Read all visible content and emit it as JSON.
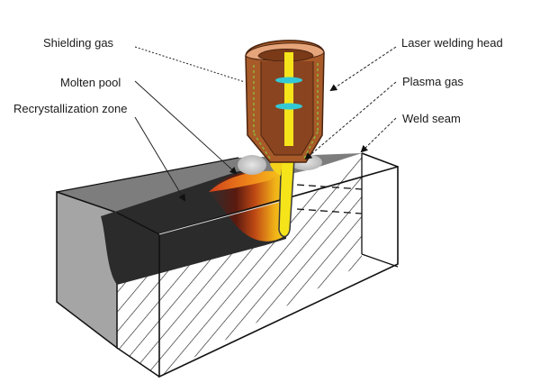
{
  "diagram": {
    "title": "Laser welding process schematic",
    "labels": {
      "shielding_gas": "Shielding gas",
      "molten_pool": "Molten pool",
      "recrystallization_zone": "Recrystallization zone",
      "laser_welding_head": "Laser welding head",
      "plasma_gas": "Plasma gas",
      "weld_seam": "Weld seam"
    },
    "colors": {
      "head_copper": "#b0602c",
      "head_dark": "#7a3a18",
      "head_light": "#e8a070",
      "laser_beam": "#f5e41a",
      "lens": "#33c8d6",
      "gas_flow": "#8ab83a",
      "block_dark": "#2e2e2e",
      "block_gray": "#8a8a8a",
      "block_side": "#a8a8a8",
      "pool_hot": "#f2c21a",
      "pool_mid": "#e0701a",
      "pool_cool": "#8a1a10"
    }
  }
}
